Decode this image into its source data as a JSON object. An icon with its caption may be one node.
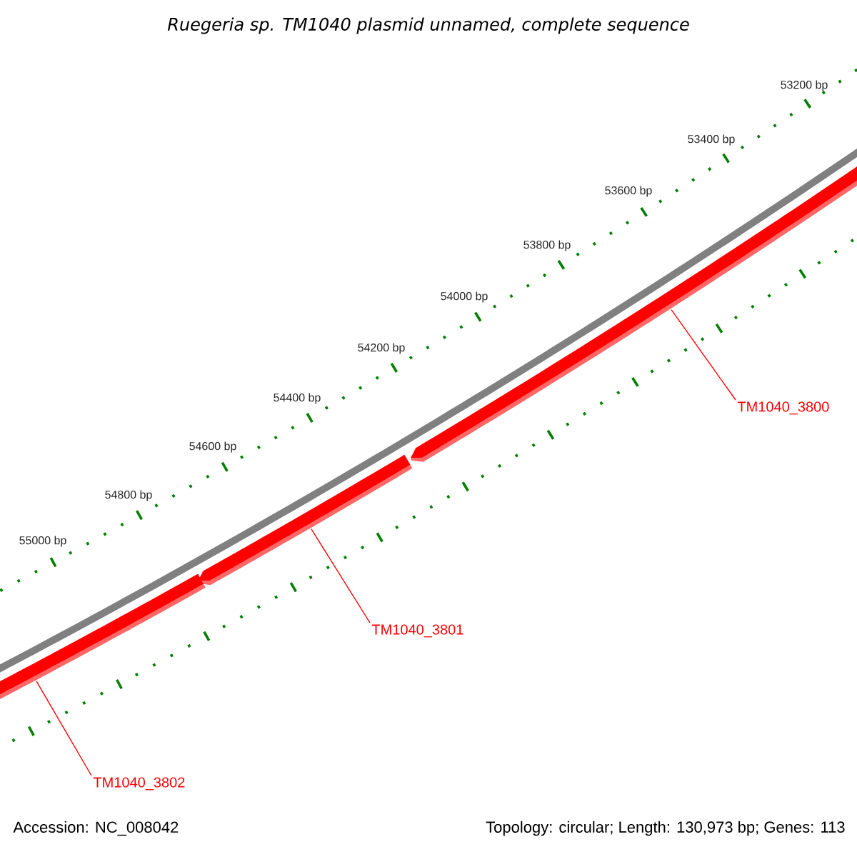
{
  "diagram": {
    "title": "Ruegeria sp. TM1040 plasmid unnamed, complete sequence",
    "nodes": [
      {
        "text": [],
        "shape": "bar"
      },
      {
        "text": [
          "TM1040_3800"
        ]
      },
      {
        "text": [],
        "shape": "bar"
      },
      {
        "text": [
          "TM1040_3801"
        ]
      },
      {
        "text": [],
        "shape": "bar"
      },
      {
        "text": [
          "TM1040_3802"
        ]
      }
    ],
    "edges": [
      {
        "from": 1,
        "to": 0,
        "arrow": "none"
      },
      {
        "from": 3,
        "to": 2,
        "arrow": "none"
      },
      {
        "from": 5,
        "to": 4,
        "arrow": "none"
      }
    ],
    "labels": [
      "53200 bp",
      "53400 bp",
      "53600 bp",
      "53800 bp",
      "54000 bp",
      "54200 bp",
      "54400 bp",
      "54600 bp",
      "54800 bp",
      "55000 bp",
      "Accession: NC_008042",
      "Topology: circular; Length: 130,973 bp; Genes: 113"
    ]
  }
}
